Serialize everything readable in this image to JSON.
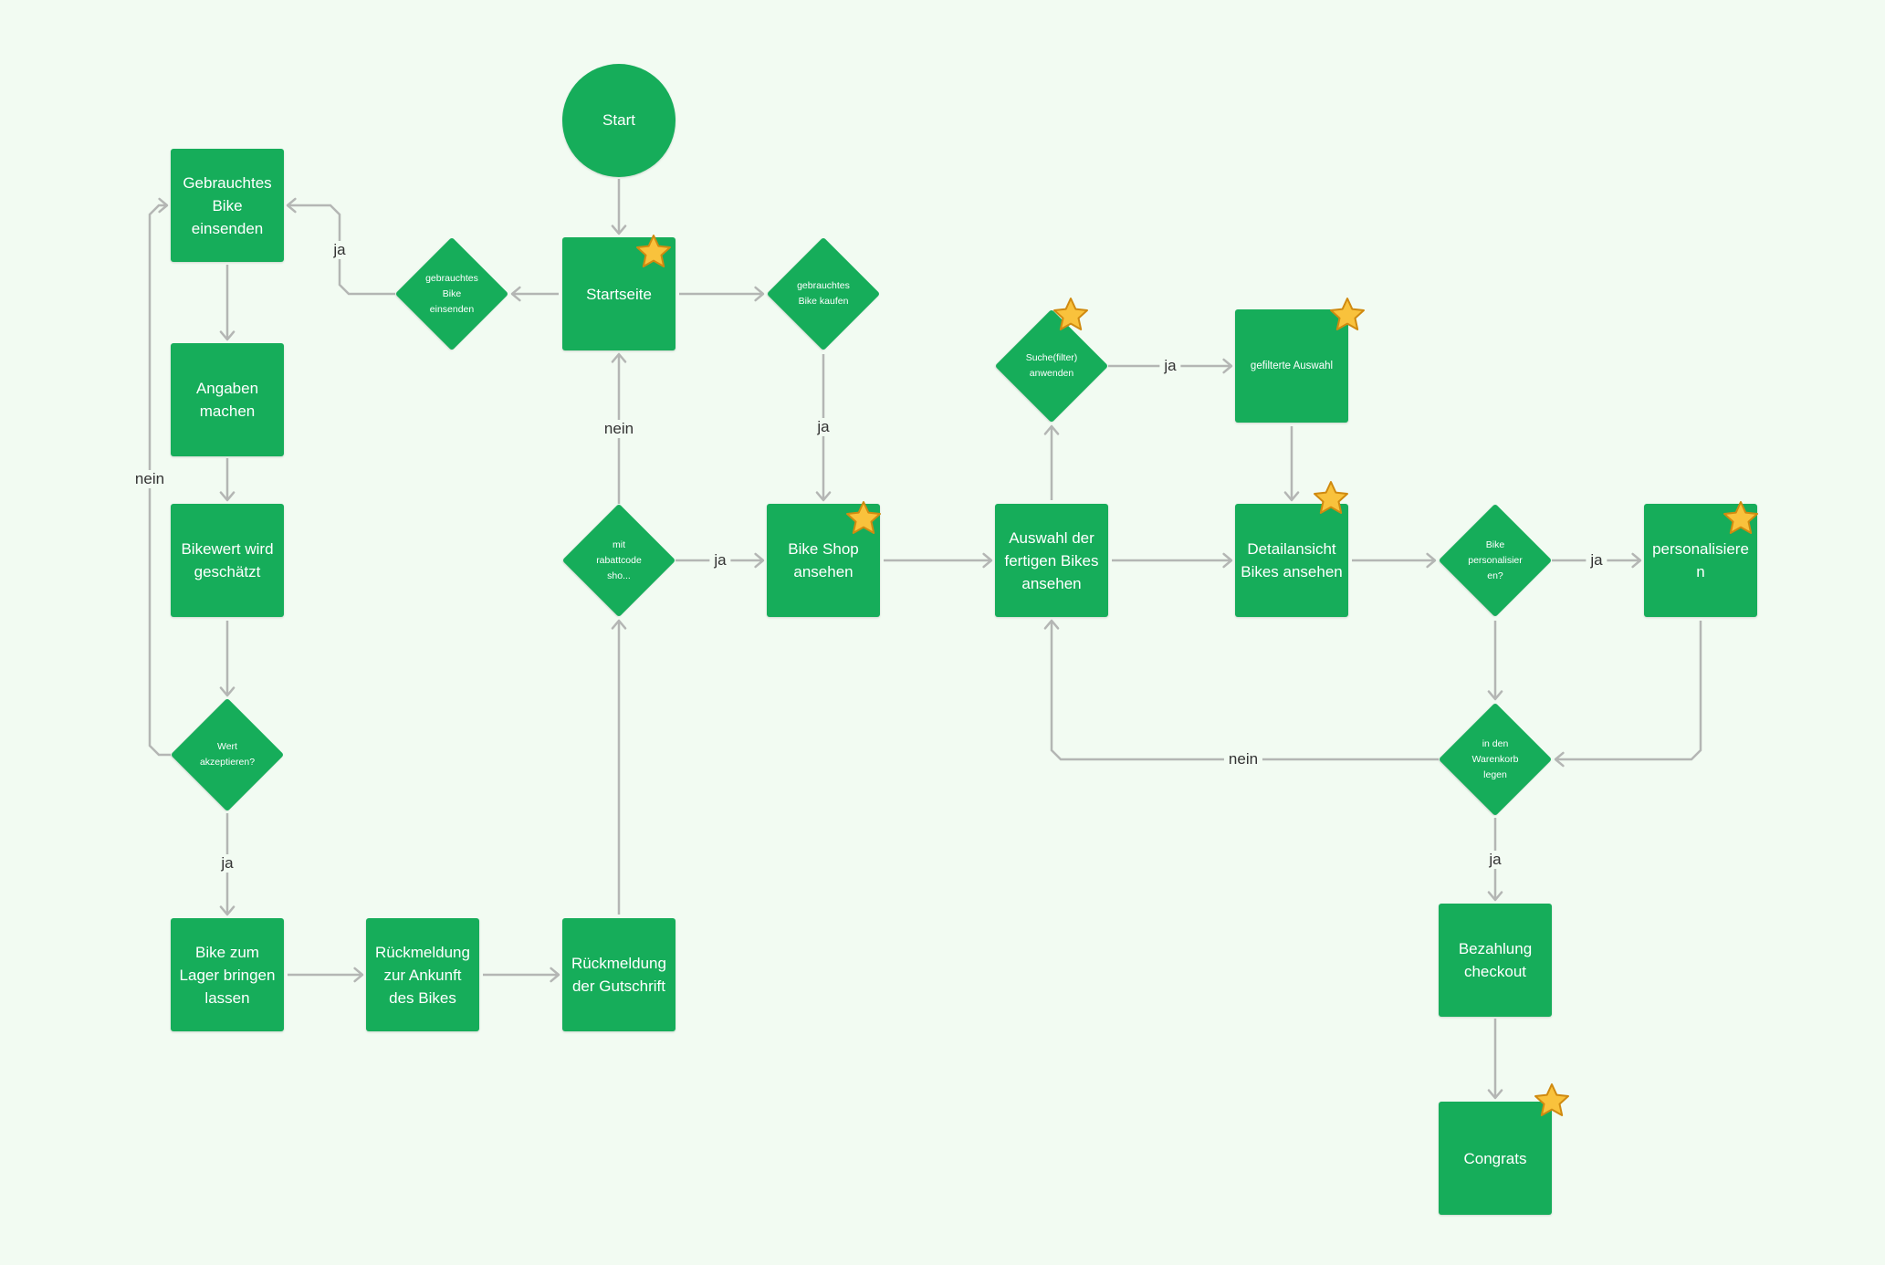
{
  "colors": {
    "node_fill": "#16ad5a",
    "edge": "#b4b6b4",
    "background": "#f2fbf2",
    "star_fill": "#f9c23c",
    "star_stroke": "#d08a10"
  },
  "nodes": {
    "start": "Start",
    "startseite": "Startseite",
    "gebraucht_einsenden_decision": "gebrauchtes Bike einsenden",
    "gebrauchtes_bike_einsenden": "Gebrauchtes Bike einsenden",
    "angaben_machen": "Angaben machen",
    "bikewert_geschaetzt": "Bikewert wird geschätzt",
    "wert_akzeptieren": "Wert akzeptieren?",
    "bike_zum_lager": "Bike zum Lager bringen lassen",
    "rueckmeldung_ankunft": "Rückmeldung zur Ankunft des Bikes",
    "rueckmeldung_gutschrift": "Rückmeldung der Gutschrift",
    "mit_rabattcode": "mit rabattcode sho...",
    "gebraucht_kaufen_decision": "gebrauchtes Bike kaufen",
    "bike_shop_ansehen": "Bike Shop ansehen",
    "auswahl_fertigen_bikes": "Auswahl der fertigen Bikes ansehen",
    "suche_filter": "Suche(filter) anwenden",
    "gefilterte_auswahl": "gefilterte Auswahl",
    "detailansicht_bikes": "Detailansicht Bikes ansehen",
    "bike_personalisieren": "Bike personalisieren?",
    "personalisieren": "personalisieren",
    "warenkorb_legen": "in den Warenkorb legen",
    "bezahlung_checkout": "Bezahlung checkout",
    "congrats": "Congrats"
  },
  "edge_labels": {
    "einsenden_ja": "ja",
    "akzeptieren_nein": "nein",
    "akzeptieren_ja": "ja",
    "rabatt_nein": "nein",
    "rabatt_ja": "ja",
    "kaufen_ja": "ja",
    "suche_ja": "ja",
    "personalisieren_ja": "ja",
    "warenkorb_nein": "nein",
    "warenkorb_ja": "ja"
  }
}
